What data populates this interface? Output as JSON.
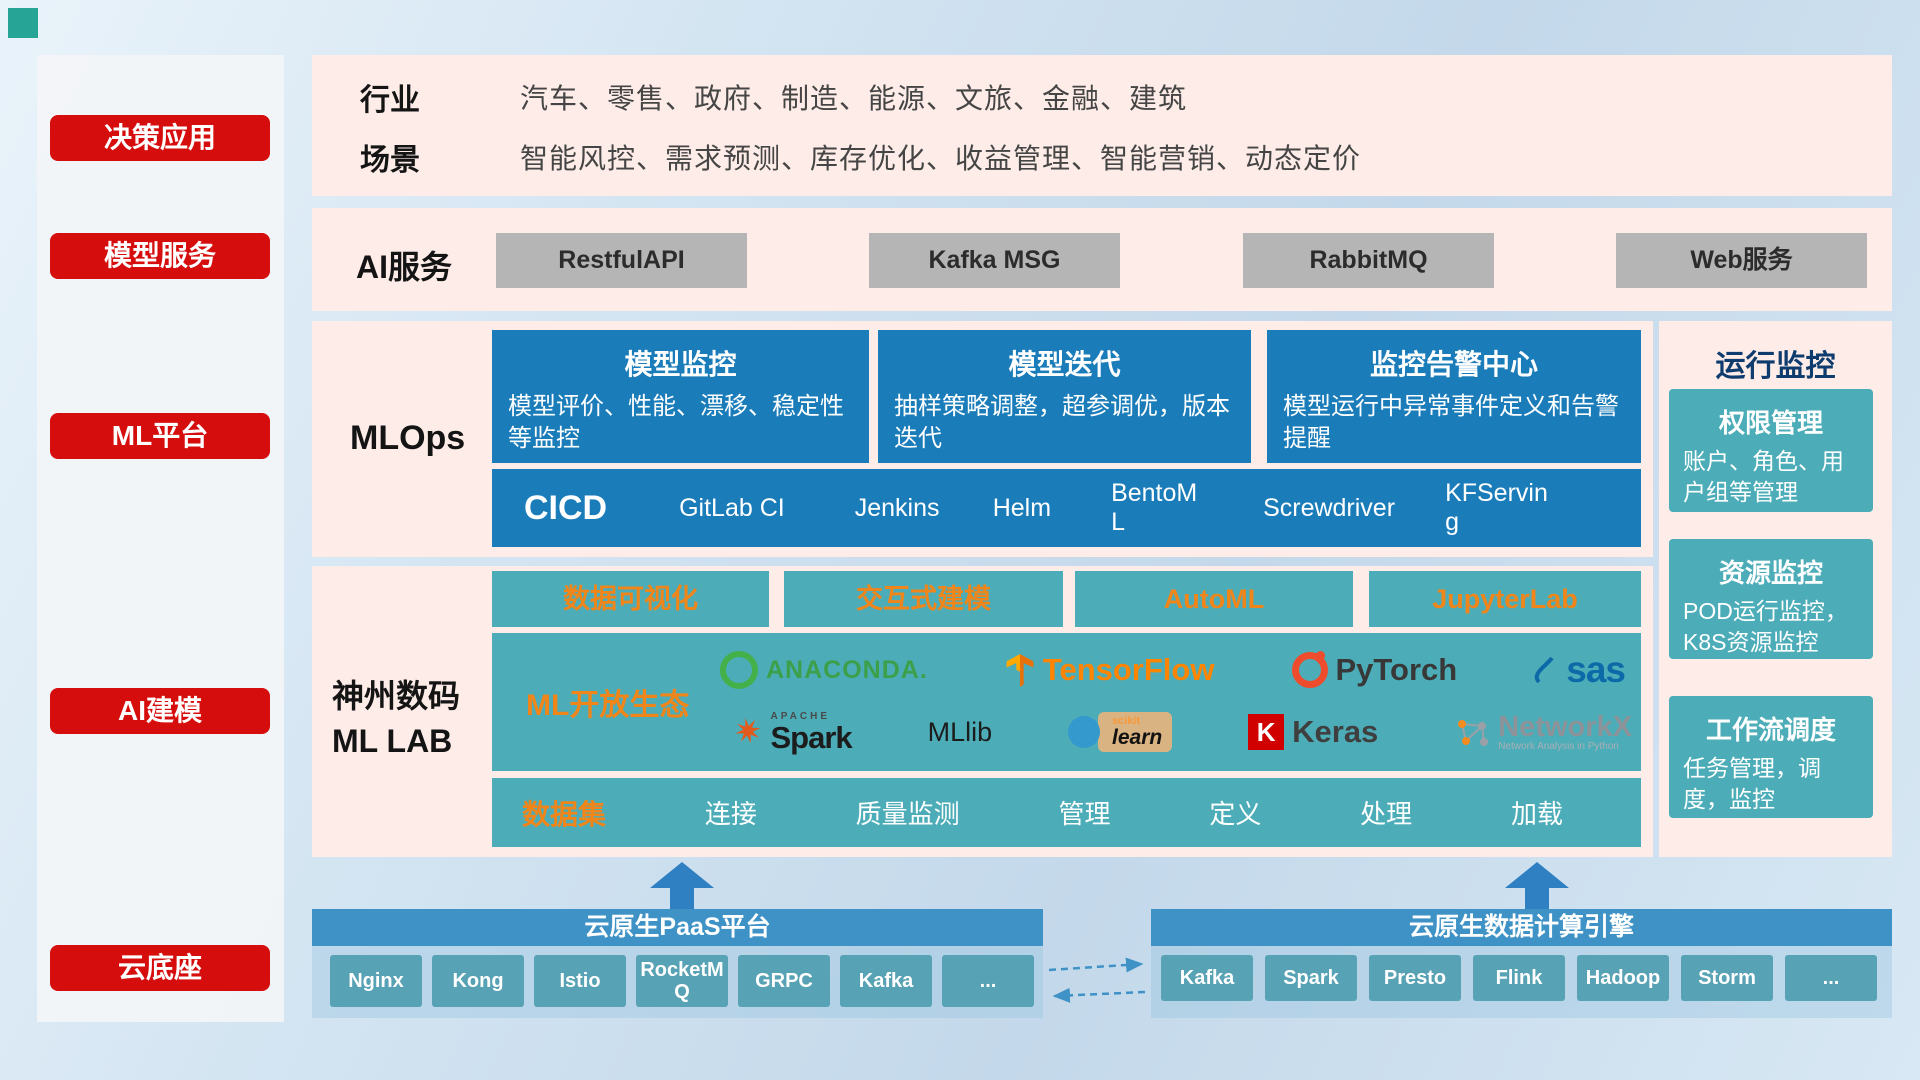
{
  "sidebar": {
    "items": [
      {
        "label": "决策应用"
      },
      {
        "label": "模型服务"
      },
      {
        "label": "ML平台"
      },
      {
        "label": "AI建模"
      },
      {
        "label": "云底座"
      }
    ]
  },
  "industry_panel": {
    "rows": [
      {
        "label": "行业",
        "text": "汽车、零售、政府、制造、能源、文旅、金融、建筑"
      },
      {
        "label": "场景",
        "text": "智能风控、需求预测、库存优化、收益管理、智能营销、动态定价"
      }
    ]
  },
  "ai_service_panel": {
    "label": "AI服务",
    "services": [
      {
        "label": "RestfulAPI"
      },
      {
        "label": "Kafka MSG"
      },
      {
        "label": "RabbitMQ"
      },
      {
        "label": "Web服务"
      }
    ]
  },
  "mlops_panel": {
    "label": "MLOps",
    "cards": [
      {
        "title": "模型监控",
        "desc": "模型评价、性能、漂移、稳定性等监控"
      },
      {
        "title": "模型迭代",
        "desc": "抽样策略调整，超参调优，版本迭代"
      },
      {
        "title": "监控告警中心",
        "desc": "模型运行中异常事件定义和告警提醒"
      }
    ],
    "cicd": {
      "label": "CICD",
      "tools": [
        {
          "label": "GitLab CI"
        },
        {
          "label": "Jenkins"
        },
        {
          "label": "Helm"
        },
        {
          "label": "BentoML"
        },
        {
          "label": "Screwdriver"
        },
        {
          "label": "KFServing"
        }
      ]
    }
  },
  "mllab_panel": {
    "label_line1": "神州数码",
    "label_line2": "ML LAB",
    "top_tools": [
      {
        "label": "数据可视化"
      },
      {
        "label": "交互式建模"
      },
      {
        "label": "AutoML"
      },
      {
        "label": "JupyterLab"
      }
    ],
    "ecosystem": {
      "label": "ML开放生态",
      "logos": {
        "anaconda": "ANACONDA.",
        "tensorflow": "TensorFlow",
        "pytorch": "PyTorch",
        "sas": "sas",
        "spark_small": "APACHE",
        "spark": "Spark",
        "mllib": "MLlib",
        "scikit_small": "scikit",
        "scikit_learn": "learn",
        "keras_k": "K",
        "keras": "Keras",
        "networkx": "NetworkX",
        "networkx_sub": "Network Analysis in Python"
      }
    },
    "dataset": {
      "label": "数据集",
      "items": [
        {
          "label": "连接"
        },
        {
          "label": "质量监测"
        },
        {
          "label": "管理"
        },
        {
          "label": "定义"
        },
        {
          "label": "处理"
        },
        {
          "label": "加载"
        }
      ]
    }
  },
  "monitoring_panel": {
    "title": "运行监控",
    "cards": [
      {
        "title": "权限管理",
        "desc": "账户、角色、用户组等管理"
      },
      {
        "title": "资源监控",
        "desc": "POD运行监控，K8S资源监控"
      },
      {
        "title": "工作流调度",
        "desc": "任务管理，调度，监控"
      }
    ]
  },
  "cloud_base": {
    "paas": {
      "title": "云原生PaaS平台",
      "items": [
        {
          "label": "Nginx"
        },
        {
          "label": "Kong"
        },
        {
          "label": "Istio"
        },
        {
          "label": "RocketMQ"
        },
        {
          "label": "GRPC"
        },
        {
          "label": "Kafka"
        },
        {
          "label": "..."
        }
      ]
    },
    "engine": {
      "title": "云原生数据计算引擎",
      "items": [
        {
          "label": "Kafka"
        },
        {
          "label": "Spark"
        },
        {
          "label": "Presto"
        },
        {
          "label": "Flink"
        },
        {
          "label": "Hadoop"
        },
        {
          "label": "Storm"
        },
        {
          "label": "..."
        }
      ]
    }
  },
  "colors": {
    "accent_red": "#d60d0d",
    "panel_pink": "#fdece7",
    "card_blue": "#1b7cba",
    "teal": "#4cadb9",
    "accent_orange": "#f08519",
    "header_blue": "#3e92c6",
    "chip_gray": "#b5b5b5"
  }
}
